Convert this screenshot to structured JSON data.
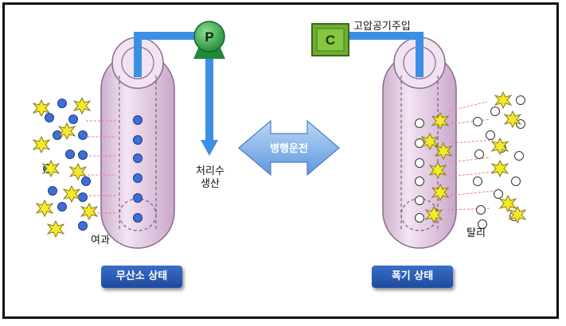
{
  "left": {
    "pump_label": "P",
    "treated_label_1": "처리수",
    "treated_label_2": "생산",
    "filtration_label": "여과",
    "state_button": "무산소 상태"
  },
  "center": {
    "parallel_label": "병행운전"
  },
  "right": {
    "compressor_label": "C",
    "air_label": "고압공기주입",
    "desorption_label": "탈리",
    "state_button": "폭기 상태"
  },
  "colors": {
    "pipe": "#3d8fe6",
    "cylinder": "#e6cde6",
    "cylinder_stroke": "#8a6a8a",
    "pump": "#2aa14a",
    "compressor": "#6fae2f",
    "blue_particle": "#3f6fd6",
    "yellow_particle": "#f4ea2b",
    "button": "#2a5cb8"
  }
}
